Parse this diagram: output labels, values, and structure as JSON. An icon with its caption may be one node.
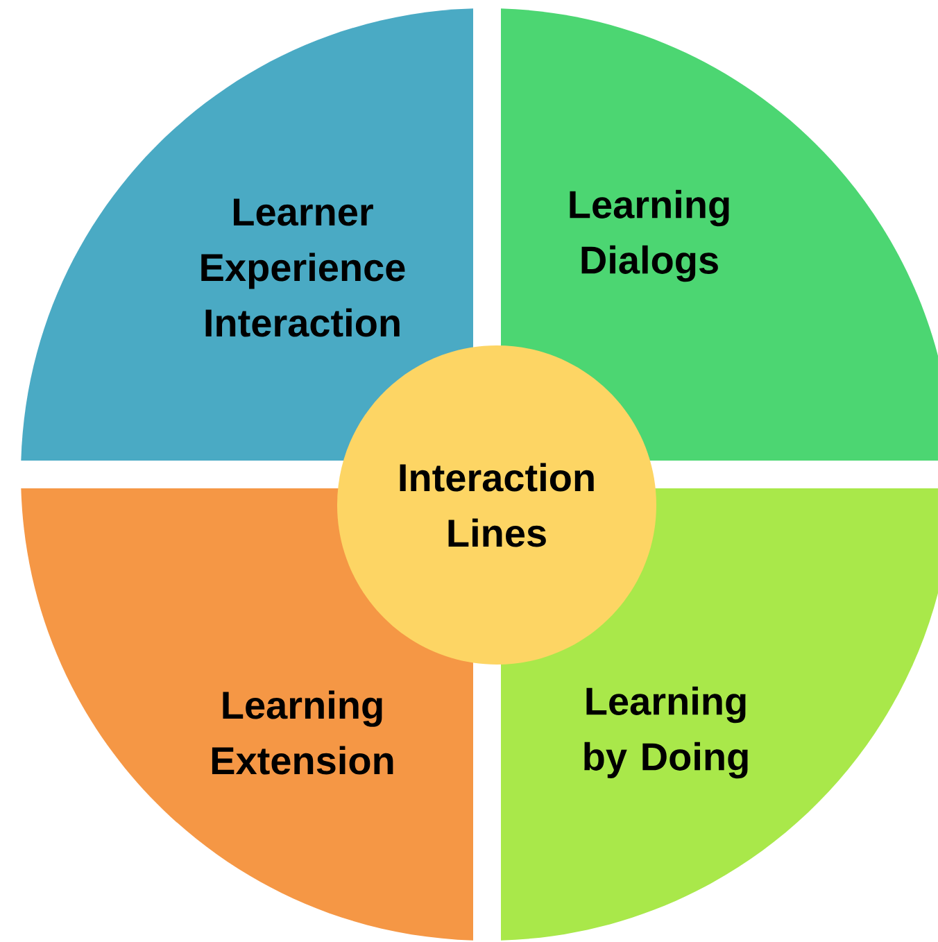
{
  "diagram": {
    "nodes": [
      {
        "text": [
          "Learner Experience Interaction"
        ]
      },
      {
        "text": [
          "Learning Dialogs"
        ]
      },
      {
        "text": [
          "Interaction Lines"
        ]
      },
      {
        "text": [
          "Learning Extension"
        ]
      },
      {
        "text": [
          "Learning by Doing"
        ]
      }
    ]
  }
}
